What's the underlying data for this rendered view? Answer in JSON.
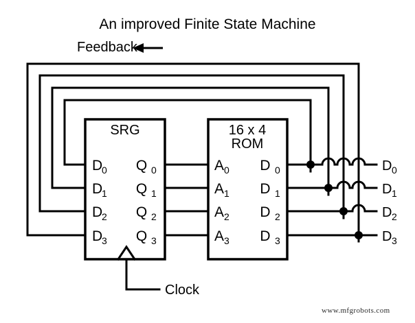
{
  "title": "An improved Finite State Machine",
  "feedback_label": "Feedback",
  "clock_label": "Clock",
  "watermark": "www.mfgrobots.com",
  "blocks": {
    "srg": {
      "name": "SRG",
      "inputs": [
        "D",
        "D",
        "D",
        "D"
      ],
      "input_subs": [
        "0",
        "1",
        "2",
        "3"
      ],
      "outputs": [
        "Q",
        "Q",
        "Q",
        "Q"
      ],
      "output_subs": [
        "0",
        "1",
        "2",
        "3"
      ]
    },
    "rom": {
      "name_line1": "16 x 4",
      "name_line2": "ROM",
      "inputs": [
        "A",
        "A",
        "A",
        "A"
      ],
      "input_subs": [
        "0",
        "1",
        "2",
        "3"
      ],
      "outputs": [
        "D",
        "D",
        "D",
        "D"
      ],
      "output_subs": [
        "0",
        "1",
        "2",
        "3"
      ]
    }
  },
  "outputs": {
    "labels": [
      "D",
      "D",
      "D",
      "D"
    ],
    "subs": [
      "0",
      "1",
      "2",
      "3"
    ]
  },
  "icons": {
    "clock_marker": "clock-triangle-icon",
    "feedback_arrow": "left-arrow-icon",
    "junction": "junction-dot-icon",
    "hop": "wire-hop-icon"
  },
  "colors": {
    "line": "#000000",
    "background": "#ffffff",
    "text": "#000000"
  }
}
